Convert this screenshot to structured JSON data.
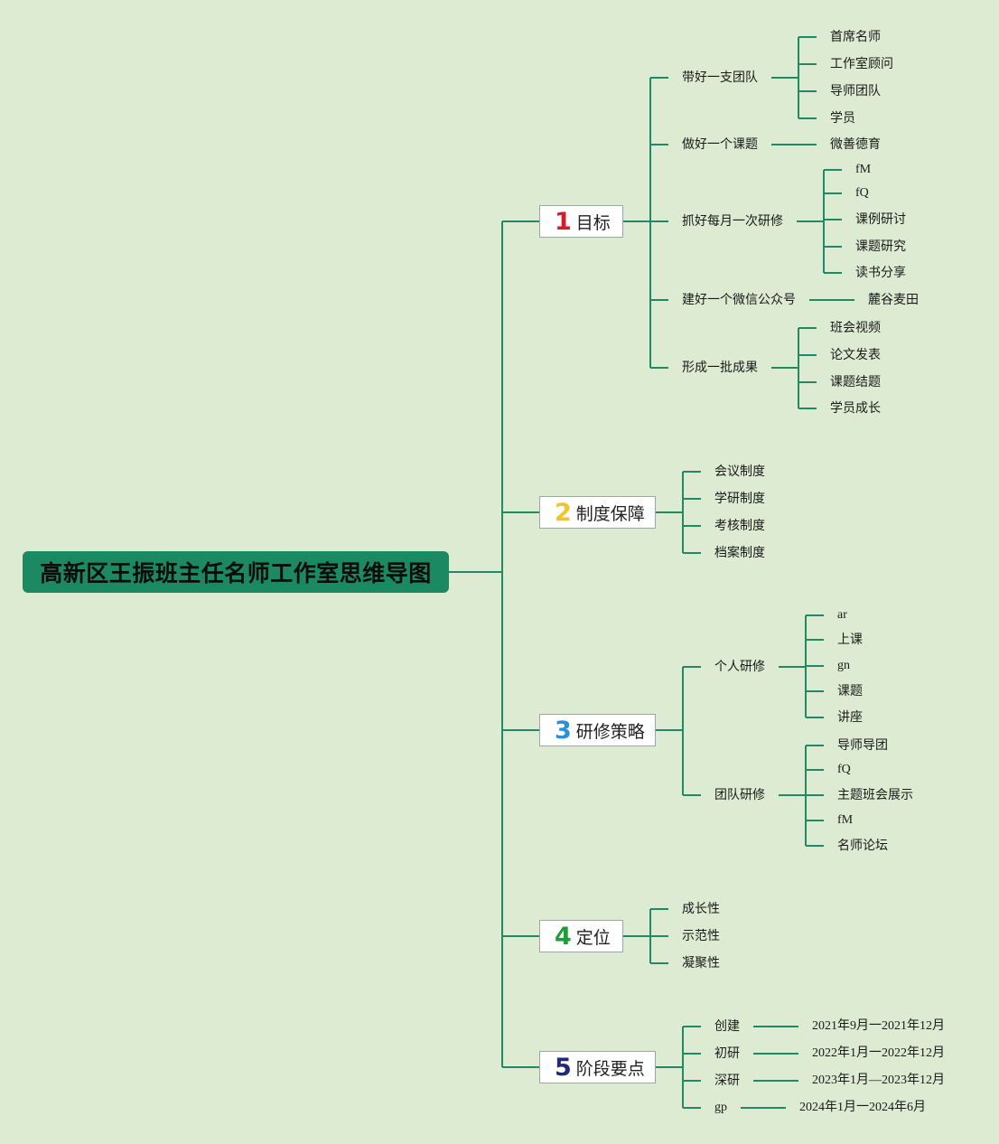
{
  "title": "高新区王振班主任名师工作室思维导图",
  "sections": [
    {
      "num": "1",
      "num_color": "#d01f2a",
      "label": "目标",
      "branches": [
        {
          "label": "带好一支团队",
          "children": [
            "首席名师",
            "工作室顾问",
            "导师团队",
            "学员"
          ]
        },
        {
          "label": "做好一个课题",
          "children": [
            "微善德育"
          ]
        },
        {
          "label": "抓好每月一次研修",
          "children": [
            "fM",
            "fQ",
            "课例研讨",
            "课题研究",
            "读书分享"
          ]
        },
        {
          "label": "建好一个微信公众号",
          "children": [
            "麓谷麦田"
          ]
        },
        {
          "label": "形成一批成果",
          "children": [
            "班会视频",
            "论文发表",
            "课题结题",
            "学员成长"
          ]
        }
      ]
    },
    {
      "num": "2",
      "num_color": "#efc52a",
      "label": "制度保障",
      "branches": [
        {
          "label": "会议制度"
        },
        {
          "label": "学研制度"
        },
        {
          "label": "考核制度"
        },
        {
          "label": "档案制度"
        }
      ]
    },
    {
      "num": "3",
      "num_color": "#2a8fd6",
      "label": "研修策略",
      "branches": [
        {
          "label": "个人研修",
          "children": [
            "ar",
            "上课",
            "gn",
            "课题",
            "讲座"
          ]
        },
        {
          "label": "团队研修",
          "children": [
            "导师导团",
            "fQ",
            "主题班会展示",
            "fM",
            "名师论坛"
          ]
        }
      ]
    },
    {
      "num": "4",
      "num_color": "#1e9e3a",
      "label": "定位",
      "branches": [
        {
          "label": "成长性"
        },
        {
          "label": "示范性"
        },
        {
          "label": "凝聚性"
        }
      ]
    },
    {
      "num": "5",
      "num_color": "#222a78",
      "label": "阶段要点",
      "branches": [
        {
          "label": "创建",
          "children": [
            "2021年9月一2021年12月"
          ]
        },
        {
          "label": "初研",
          "children": [
            "2022年1月一2022年12月"
          ]
        },
        {
          "label": "深研",
          "children": [
            "2023年1月—2023年12月"
          ]
        },
        {
          "label": "gp",
          "children": [
            "2024年1月一2024年6月"
          ]
        }
      ]
    }
  ]
}
